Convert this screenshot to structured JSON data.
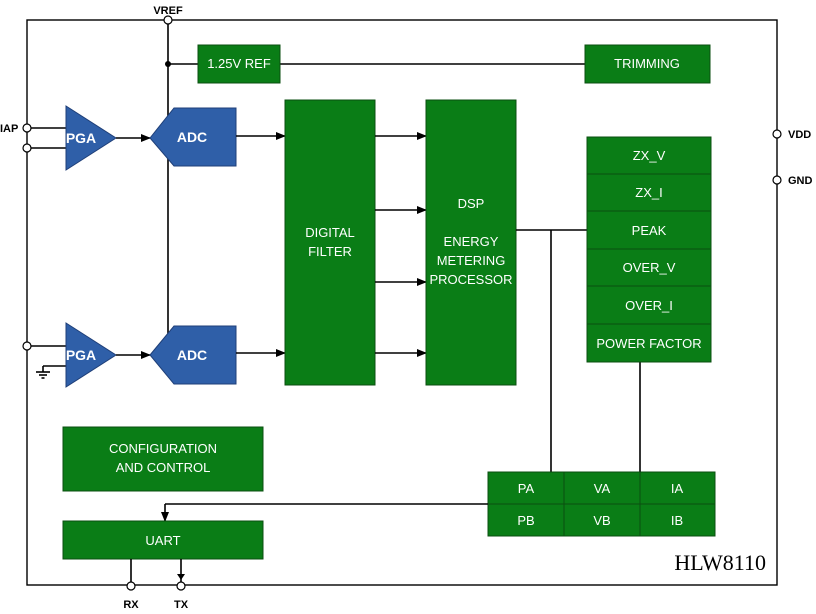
{
  "chip_name": "HLW8110",
  "pins": {
    "vref": "VREF",
    "iap": "IAP",
    "vdd": "VDD",
    "gnd": "GND",
    "rx": "RX",
    "tx": "TX"
  },
  "blocks": {
    "ref": "1.25V REF",
    "trimming": "TRIMMING",
    "pga": "PGA",
    "adc": "ADC",
    "digital_filter": [
      "DIGITAL",
      "FILTER"
    ],
    "dsp": [
      "DSP",
      "",
      "ENERGY",
      "METERING",
      "PROCESSOR"
    ],
    "config": [
      "CONFIGURATION",
      "AND CONTROL"
    ],
    "uart": "UART"
  },
  "registers": [
    "ZX_V",
    "ZX_I",
    "PEAK",
    "OVER_V",
    "OVER_I",
    "POWER FACTOR"
  ],
  "outputs": {
    "row1": [
      "PA",
      "VA",
      "IA"
    ],
    "row2": [
      "PB",
      "VB",
      "IB"
    ]
  },
  "colors": {
    "block_green": "#0a7d16",
    "amp_blue": "#2f5fa8",
    "wire": "#000000"
  }
}
